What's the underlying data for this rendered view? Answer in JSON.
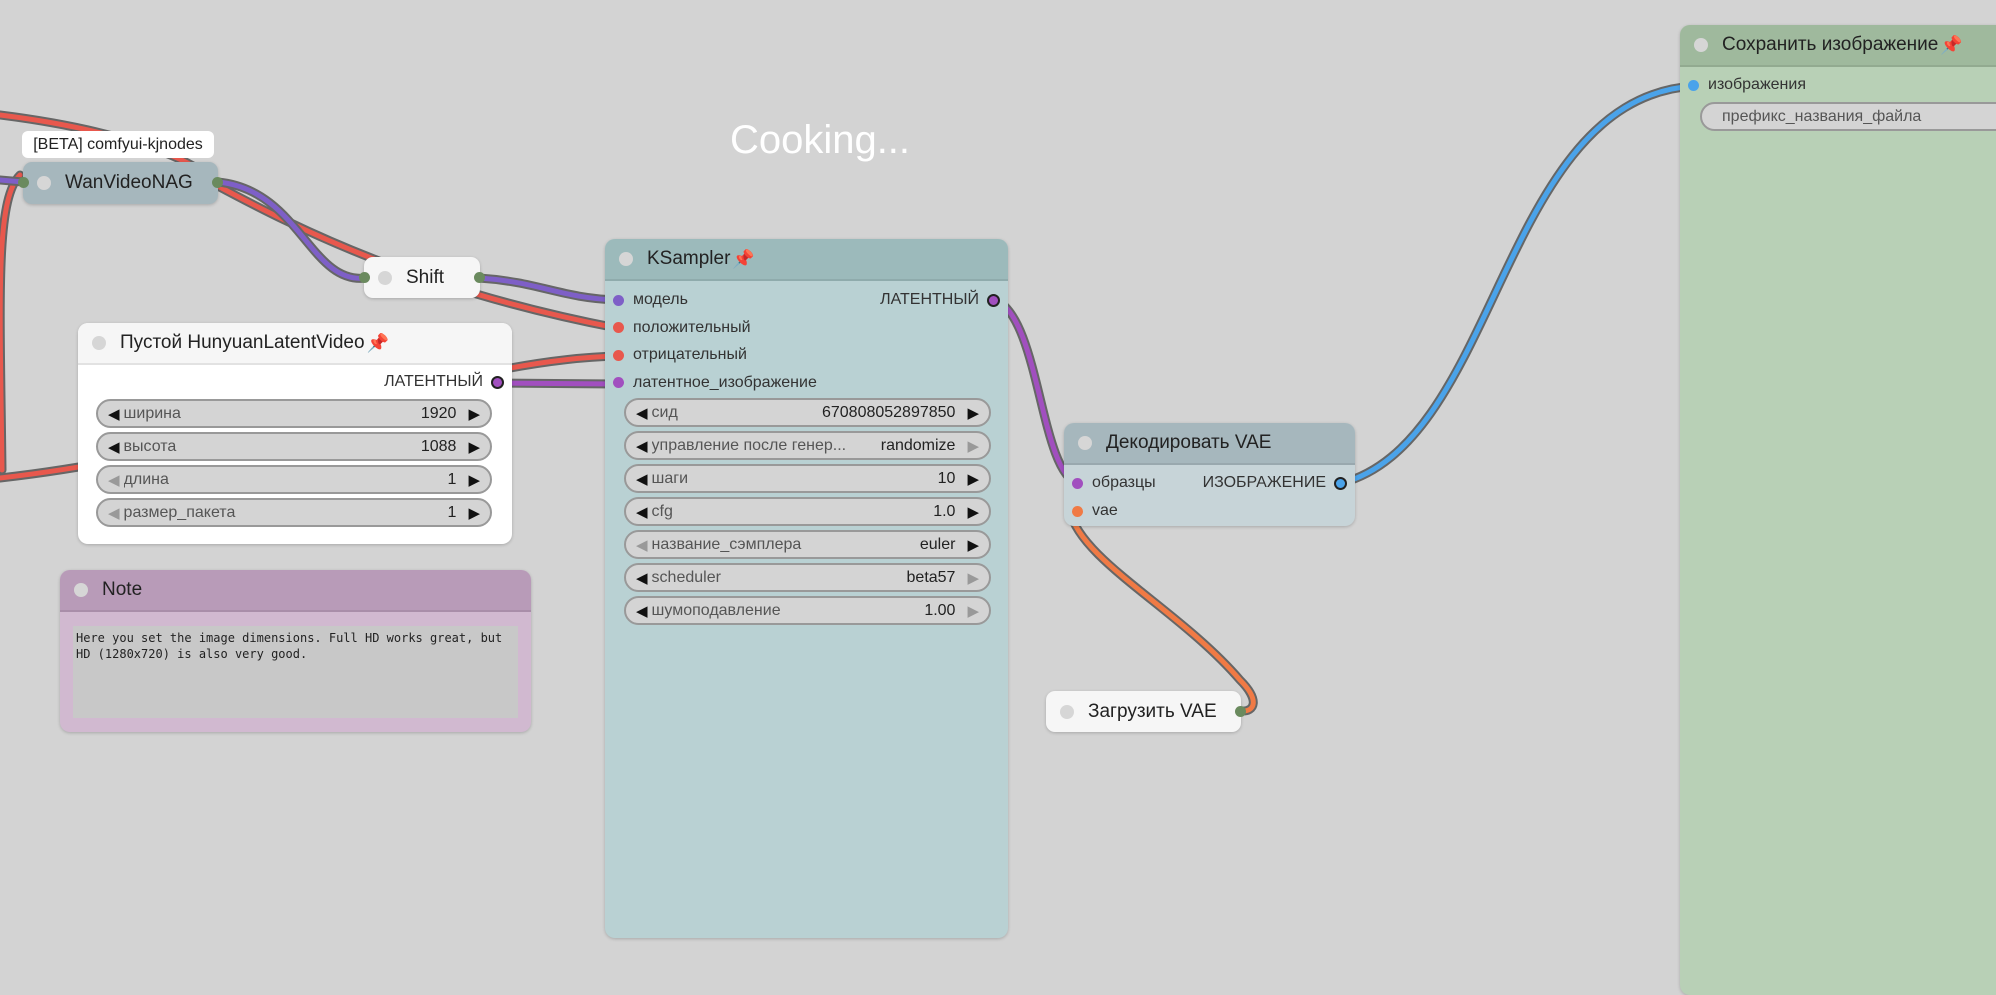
{
  "status": "Cooking...",
  "tooltip": "[BETA] comfyui-kjnodes",
  "nodes": {
    "wanvideonag": {
      "title": "WanVideoNAG"
    },
    "shift": {
      "title": "Shift"
    },
    "hunyuan": {
      "title": "Пустой HunyuanLatentVideo",
      "output": "ЛАТЕНТНЫЙ",
      "widgets": [
        {
          "label": "ширина",
          "value": "1920"
        },
        {
          "label": "высота",
          "value": "1088"
        },
        {
          "label": "длина",
          "value": "1"
        },
        {
          "label": "размер_пакета",
          "value": "1"
        }
      ]
    },
    "note": {
      "title": "Note",
      "text": "Here you set the image dimensions. Full HD works great, but HD (1280x720) is also very good."
    },
    "ksampler": {
      "title": "KSampler",
      "output": "ЛАТЕНТНЫЙ",
      "inputs": [
        "модель",
        "положительный",
        "отрицательный",
        "латентное_изображение"
      ],
      "widgets": [
        {
          "label": "сид",
          "value": "670808052897850"
        },
        {
          "label": "управление после генер...",
          "value": "randomize"
        },
        {
          "label": "шаги",
          "value": "10"
        },
        {
          "label": "cfg",
          "value": "1.0"
        },
        {
          "label": "название_сэмплера",
          "value": "euler"
        },
        {
          "label": "scheduler",
          "value": "beta57"
        },
        {
          "label": "шумоподавление",
          "value": "1.00"
        }
      ]
    },
    "vaedecode": {
      "title": "Декодировать VAE",
      "inputs": [
        "образцы",
        "vae"
      ],
      "output": "ИЗОБРАЖЕНИЕ"
    },
    "vaeload": {
      "title": "Загрузить VAE"
    },
    "save": {
      "title": "Сохранить изображение",
      "input": "изображения",
      "widget": "префикс_названия_файла"
    }
  },
  "colors": {
    "model": "#7e5fc7",
    "conditioning": "#e8584d",
    "latent": "#a14fbf",
    "image": "#4aa3ea",
    "vae": "#f07a45",
    "canvas": "#d3d3d3"
  }
}
